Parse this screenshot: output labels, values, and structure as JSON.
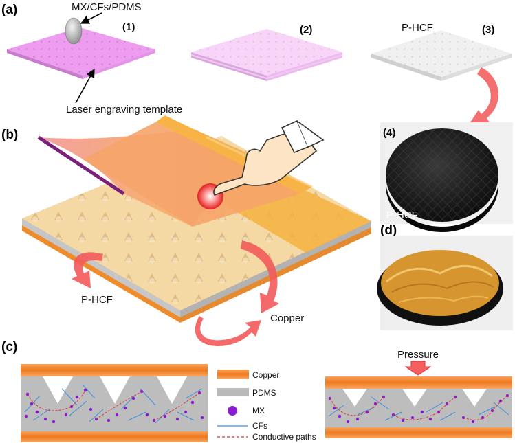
{
  "panels": {
    "a": "(a)",
    "b": "(b)",
    "c": "(c)",
    "d": "(d)"
  },
  "steps": {
    "s1": "(1)",
    "s2": "(2)",
    "s3": "(3)",
    "s4": "(4)"
  },
  "annotations": {
    "material": "MX/CFs/PDMS",
    "template": "Laser engraving template",
    "phcf_top": "P-HCF",
    "phcf_photo": "P-HCF",
    "phcf_b": "P-HCF",
    "copper_b": "Copper",
    "pressure": "Pressure"
  },
  "legend": {
    "copper": "Copper",
    "pdms": "PDMS",
    "mx": "MX",
    "cfs": "CFs",
    "paths": "Conductive paths"
  },
  "colors": {
    "template_pink": "#ef9ef0",
    "copper_orange": "#f07a20",
    "pdms_gray": "#b9b9b9",
    "mx_purple": "#8a1bd0",
    "cf_blue": "#3a8fe0",
    "path_red": "#e03030",
    "arrow_red": "#f05a5a"
  }
}
